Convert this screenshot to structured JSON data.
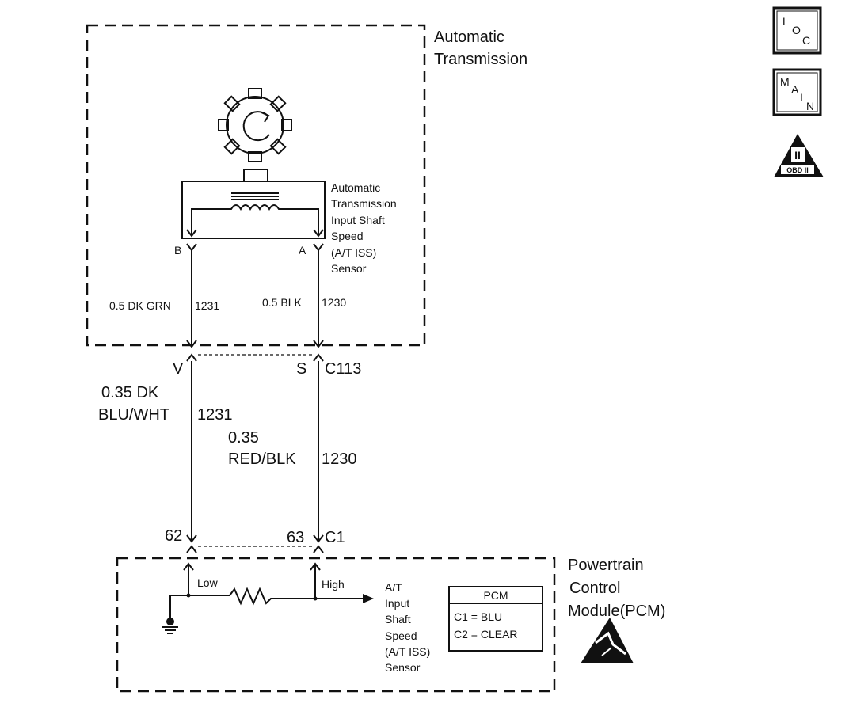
{
  "transmission": {
    "title_line1": "Automatic",
    "title_line2": "Transmission",
    "sensor_label": [
      "Automatic",
      "Transmission",
      "Input Shaft",
      "Speed",
      "(A/T ISS)",
      "Sensor"
    ],
    "pin_b": "B",
    "pin_a": "A",
    "wire_left_color": "0.5 DK GRN",
    "wire_left_circuit": "1231",
    "wire_right_color": "0.5 BLK",
    "wire_right_circuit": "1230"
  },
  "connector_c113": {
    "pin_v": "V",
    "pin_s": "S",
    "name": "C113"
  },
  "harness": {
    "left_color_line1": "0.35 DK",
    "left_color_line2": "BLU/WHT",
    "left_circuit": "1231",
    "right_color_line1": "0.35",
    "right_color_line2": "RED/BLK",
    "right_circuit": "1230"
  },
  "connector_c1": {
    "pin_62": "62",
    "pin_63": "63",
    "name": "C1"
  },
  "pcm": {
    "title_line1": "Powertrain",
    "title_line2": "Control",
    "title_line3": "Module(PCM)",
    "low_label": "Low",
    "high_label": "High",
    "input_label": [
      "A/T",
      "Input",
      "Shaft",
      "Speed",
      "(A/T ISS)",
      "Sensor"
    ],
    "table_header": "PCM",
    "table_row1": "C1 = BLU",
    "table_row2": "C2 = CLEAR"
  },
  "side_icons": {
    "loc": [
      "L",
      "O",
      "C"
    ],
    "main": [
      "M",
      "A",
      "I",
      "N"
    ],
    "obd_numeral": "II",
    "obd_label": "OBD II"
  }
}
